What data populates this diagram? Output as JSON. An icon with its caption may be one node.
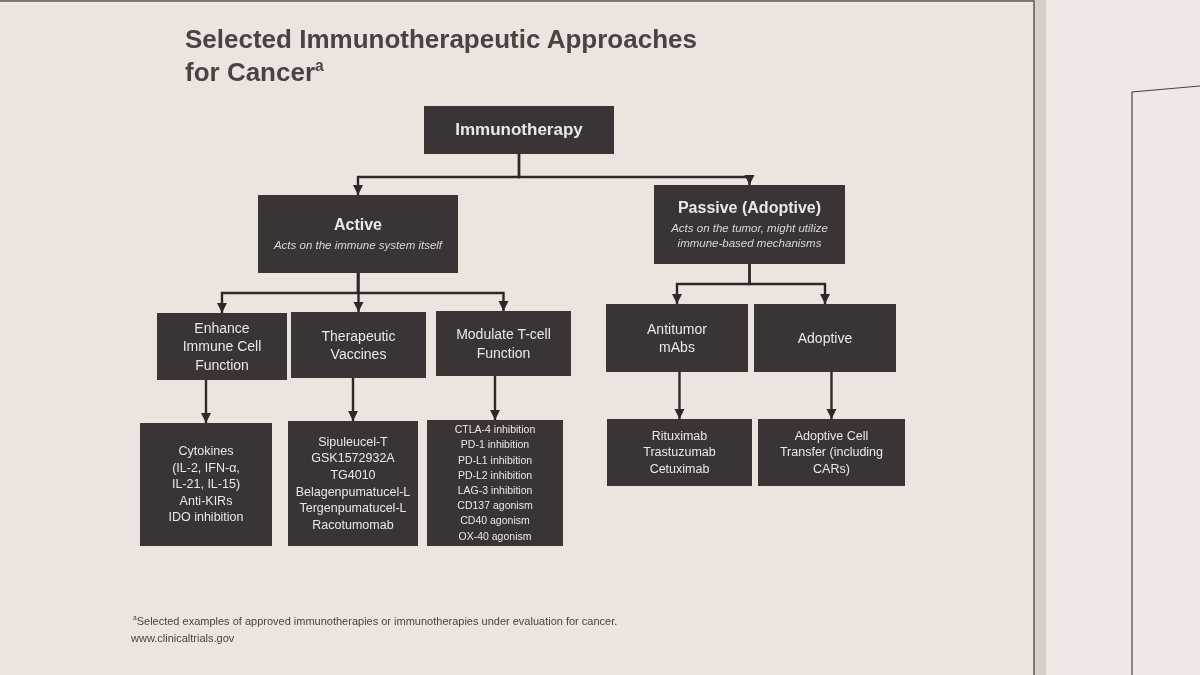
{
  "diagram": {
    "title": "Selected Immunotherapeutic Approaches for Cancer$^{a}$",
    "caption": "$^{a}$Selected examples of approved immunotherapies or immunotherapies under evaluation for cancer.",
    "nodes": [
      {
        "text": [
          "Immunotherapy"
        ]
      },
      {
        "text": [
          "Active",
          "Acts on the immune system itself"
        ]
      },
      {
        "text": [
          "Passive (Adoptive)",
          "Acts on the tumor, might utilize immune-based mechanisms"
        ]
      },
      {
        "text": [
          "Enhance Immune Cell Function"
        ]
      },
      {
        "text": [
          "Therapeutic Vaccines"
        ]
      },
      {
        "text": [
          "Modulate T-cell Function"
        ]
      },
      {
        "text": [
          "Antitumor mAbs"
        ]
      },
      {
        "text": [
          "Adoptive"
        ]
      },
      {
        "text": [
          "Cytokines (IL-2, IFN-α, IL-21, IL-15)",
          "Anti-KIRs",
          "IDO inhibition"
        ]
      },
      {
        "text": [
          "Sipuleucel-T",
          "GSK1572932A",
          "TG4010",
          "Belagenpumatucel-L",
          "Tergenpumatucel-L",
          "Racotumomab"
        ]
      },
      {
        "text": [
          "CTLA-4 inhibition",
          "PD-1 inhibition",
          "PD-L1 inhibition",
          "PD-L2 inhibition",
          "LAG-3 inhibition",
          "CD137 agonism",
          "CD40 agonism",
          "OX-40 agonism"
        ]
      },
      {
        "text": [
          "Rituximab",
          "Trastuzumab",
          "Cetuximab"
        ]
      },
      {
        "text": [
          "Adoptive Cell Transfer (including CARs)"
        ]
      }
    ],
    "edges": [
      {
        "from": 0,
        "to": 1,
        "arrow": "to"
      },
      {
        "from": 0,
        "to": 2,
        "arrow": "to"
      },
      {
        "from": 1,
        "to": 3,
        "arrow": "to"
      },
      {
        "from": 1,
        "to": 4,
        "arrow": "to"
      },
      {
        "from": 1,
        "to": 5,
        "arrow": "to"
      },
      {
        "from": 2,
        "to": 6,
        "arrow": "to"
      },
      {
        "from": 2,
        "to": 7,
        "arrow": "to"
      },
      {
        "from": 3,
        "to": 8,
        "arrow": "to"
      },
      {
        "from": 4,
        "to": 9,
        "arrow": "to"
      },
      {
        "from": 5,
        "to": 10,
        "arrow": "to"
      },
      {
        "from": 6,
        "to": 11,
        "arrow": "to"
      },
      {
        "from": 7,
        "to": 12,
        "arrow": "to"
      }
    ],
    "labels": [
      "www.clinicaltrials.gov"
    ]
  }
}
